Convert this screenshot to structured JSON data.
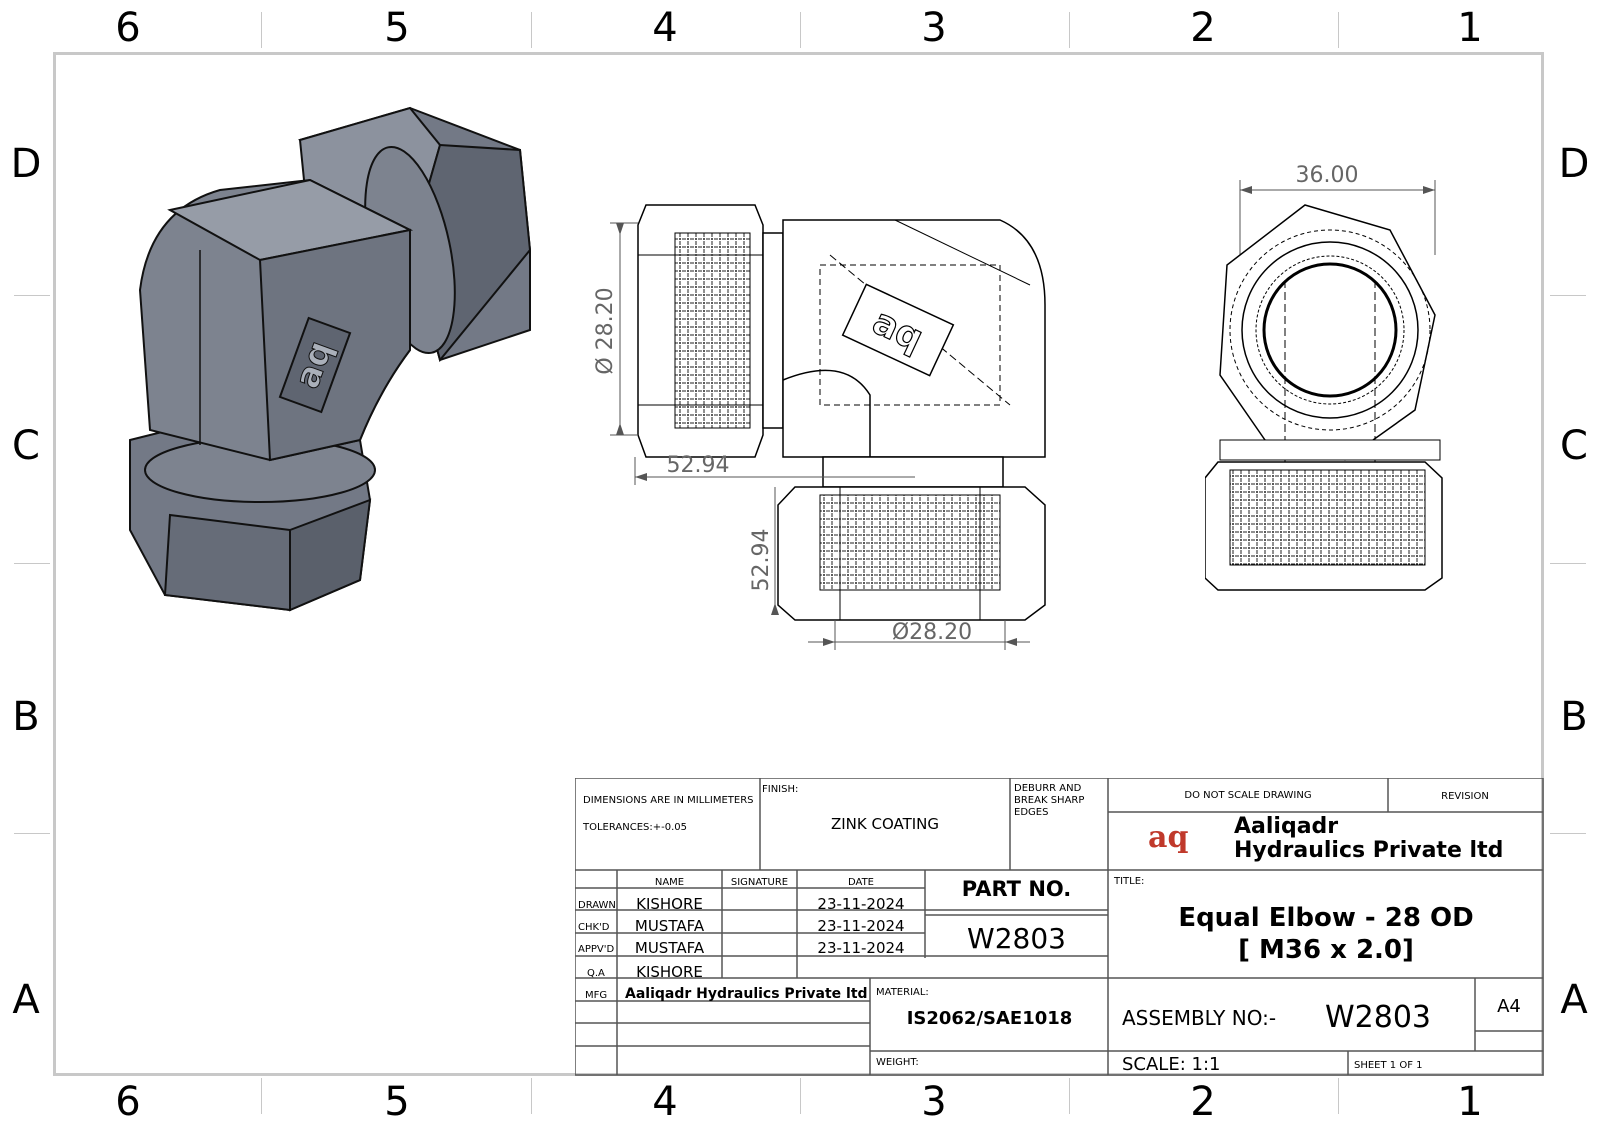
{
  "zones": {
    "columns": [
      "6",
      "5",
      "4",
      "3",
      "2",
      "1"
    ],
    "rows": [
      "D",
      "C",
      "B",
      "A"
    ]
  },
  "dimensions": {
    "front_dia_vertical": "Ø 28.20",
    "front_len_horizontal": "52.94",
    "front_len_vertical": "52.94",
    "front_dia_horizontal": "Ø28.20",
    "side_width": "36.00"
  },
  "logo_emboss": "aq",
  "title_block": {
    "dims_note": "DIMENSIONS ARE IN MILLIMETERS",
    "tolerances": "TOLERANCES:+-0.05",
    "finish_label": "FINISH:",
    "finish_value": "ZINK COATING",
    "deburr": "DEBURR AND BREAK SHARP EDGES",
    "do_not_scale": "DO NOT SCALE DRAWING",
    "revision_label": "REVISION",
    "company_logo": "aq",
    "company_line1": "Aaliqadr",
    "company_line2": "Hydraulics Private ltd",
    "col_name": "NAME",
    "col_signature": "SIGNATURE",
    "col_date": "DATE",
    "part_no_label": "PART NO.",
    "part_no_value": "W2803",
    "title_label": "TITLE:",
    "title_line1": "Equal Elbow - 28 OD",
    "title_line2": "[ M36 x 2.0]",
    "rows": [
      {
        "role": "DRAWN",
        "name": "KISHORE",
        "date": "23-11-2024"
      },
      {
        "role": "CHK'D",
        "name": "MUSTAFA",
        "date": "23-11-2024"
      },
      {
        "role": "APPV'D",
        "name": "MUSTAFA",
        "date": "23-11-2024"
      },
      {
        "role": "Q.A",
        "name": "KISHORE",
        "date": ""
      }
    ],
    "mfg_label": "MFG",
    "mfg_value": "Aaliqadr Hydraulics Private ltd",
    "material_label": "MATERIAL:",
    "material_value": "IS2062/SAE1018",
    "weight_label": "WEIGHT:",
    "assembly_label": "ASSEMBLY NO:-",
    "assembly_value": "W2803",
    "sheet_size": "A4",
    "scale": "SCALE: 1:1",
    "sheet": "SHEET 1 OF 1"
  },
  "colors": {
    "frame": "#c8c8c8",
    "part_fill": "#6b7280",
    "logo_red": "#c0392b"
  }
}
